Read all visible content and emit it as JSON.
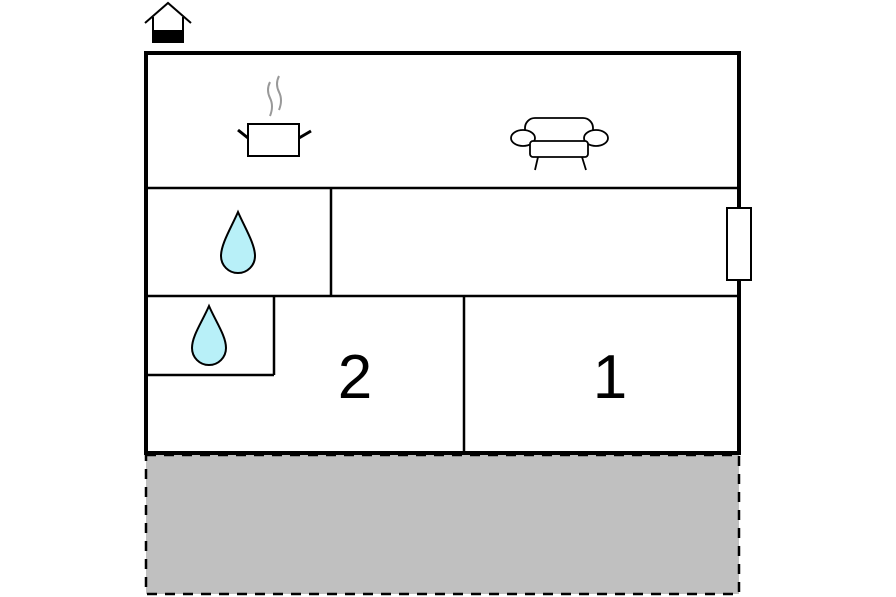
{
  "floorplan": {
    "rooms": [
      {
        "id": "bedroom-1",
        "label": "1"
      },
      {
        "id": "bedroom-2",
        "label": "2"
      }
    ],
    "icons": [
      "house-entrance-icon",
      "kitchen-pot-icon",
      "sofa-icon",
      "bathroom-water-drop-icon",
      "toilet-water-drop-icon",
      "door-icon"
    ],
    "colors": {
      "wall": "#000000",
      "terrace_fill": "#c0c0c0",
      "water_drop": "#b8f0f8"
    }
  }
}
